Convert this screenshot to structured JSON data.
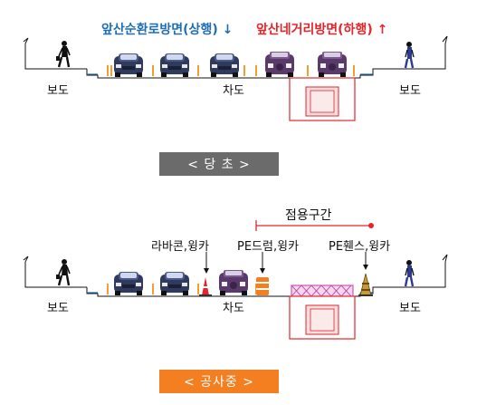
{
  "top": {
    "dir_upbound": "앞산순환로방면(상행) ↓",
    "dir_downbound": "앞산네거리방면(하행) ↑",
    "label_sidewalk_left": "보도",
    "label_road": "차도",
    "label_sidewalk_right": "보도",
    "badge": "< 당  초 >"
  },
  "bottom": {
    "occupied_section": "점용구간",
    "label_rubber_cone": "라바콘,윙카",
    "label_pe_drum": "PE드럼,윙카",
    "label_pe_fence": "PE휀스,윙카",
    "label_sidewalk_left": "보도",
    "label_road": "차도",
    "label_sidewalk_right": "보도",
    "badge": "< 공사중 >"
  },
  "colors": {
    "upbound": "#1f6fb5",
    "downbound": "#e3262c",
    "badge_before": "#6b6b6b",
    "badge_construction": "#f47f21",
    "occupied_marker": "#e3262c"
  }
}
